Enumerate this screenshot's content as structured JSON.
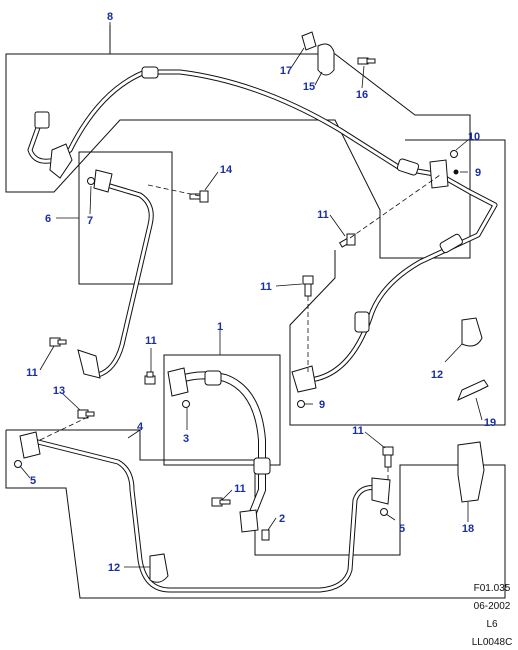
{
  "callouts": {
    "c1": "1",
    "c2": "2",
    "c3": "3",
    "c4": "4",
    "c5a": "5",
    "c5b": "5",
    "c6": "6",
    "c7": "7",
    "c8": "8",
    "c9a": "9",
    "c9b": "9",
    "c10": "10",
    "c11a": "11",
    "c11b": "11",
    "c11c": "11",
    "c11d": "11",
    "c11e": "11",
    "c11f": "11",
    "c12a": "12",
    "c12b": "12",
    "c13": "13",
    "c14": "14",
    "c15": "15",
    "c16": "16",
    "c17": "17",
    "c18": "18",
    "c19": "19"
  },
  "meta": {
    "ref": "F01.035",
    "date": "06-2002",
    "engine": "L6",
    "code": "LL0048C"
  },
  "colors": {
    "callout": "#1a2fa0",
    "line": "#111111"
  }
}
